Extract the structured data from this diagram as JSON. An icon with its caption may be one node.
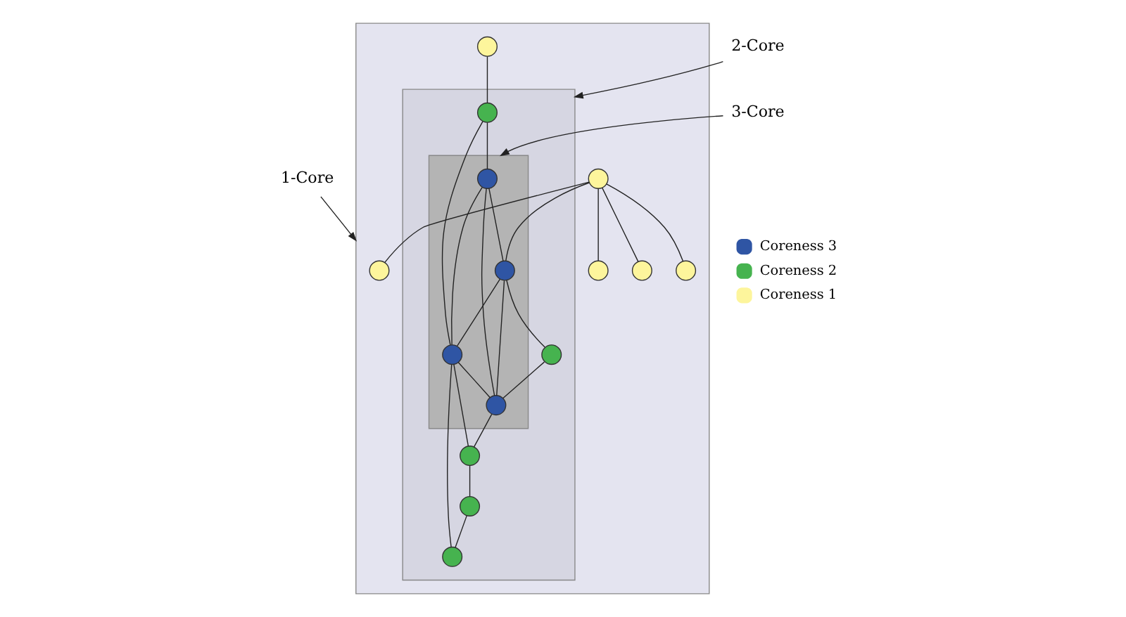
{
  "diagram": {
    "nodes": [
      {
        "text": [
          "1-Core"
        ]
      },
      {
        "text": [
          "2-Core"
        ]
      },
      {
        "text": [
          "3-Core"
        ]
      },
      {
        "text": [],
        "shape": "polygon"
      },
      {
        "text": [],
        "shape": "polygon",
        "in": 3
      },
      {
        "text": [],
        "shape": "polygon",
        "in": 4
      },
      {
        "text": [],
        "shape": "circle",
        "in": 3
      },
      {
        "text": [],
        "shape": "circle",
        "in": 3
      },
      {
        "text": [],
        "shape": "circle",
        "in": 3
      },
      {
        "text": [],
        "shape": "circle",
        "in": 3
      },
      {
        "text": [],
        "shape": "circle",
        "in": 3
      },
      {
        "text": [],
        "shape": "circle",
        "in": 3
      },
      {
        "text": [],
        "shape": "circle",
        "in": 4
      },
      {
        "text": [],
        "shape": "circle",
        "in": 4
      },
      {
        "text": [],
        "shape": "circle",
        "in": 4
      },
      {
        "text": [],
        "shape": "circle",
        "in": 4
      },
      {
        "text": [],
        "shape": "circle",
        "in": 4
      },
      {
        "text": [],
        "shape": "circle",
        "in": 5
      },
      {
        "text": [],
        "shape": "circle",
        "in": 5
      },
      {
        "text": [],
        "shape": "circle",
        "in": 5
      },
      {
        "text": [],
        "shape": "circle",
        "in": 5
      }
    ],
    "edges": [
      {
        "from": 0,
        "to": 3,
        "arrow": "to"
      },
      {
        "from": 1,
        "to": 4,
        "arrow": "to"
      },
      {
        "from": 2,
        "to": 5,
        "arrow": "to"
      },
      {
        "from": 7,
        "to": 6,
        "arrow": "none"
      },
      {
        "from": 7,
        "to": 8,
        "arrow": "none"
      },
      {
        "from": 7,
        "to": 9,
        "arrow": "none"
      },
      {
        "from": 7,
        "to": 10,
        "arrow": "none"
      },
      {
        "from": 7,
        "to": 19,
        "arrow": "none"
      },
      {
        "from": 11,
        "to": 12,
        "arrow": "none"
      },
      {
        "from": 12,
        "to": 17,
        "arrow": "none"
      },
      {
        "from": 12,
        "to": 18,
        "arrow": "none"
      },
      {
        "from": 17,
        "to": 18,
        "arrow": "none"
      },
      {
        "from": 17,
        "to": 19,
        "arrow": "none"
      },
      {
        "from": 17,
        "to": 20,
        "arrow": "none"
      },
      {
        "from": 19,
        "to": 18,
        "arrow": "none"
      },
      {
        "from": 19,
        "to": 20,
        "arrow": "none"
      },
      {
        "from": 19,
        "to": 13,
        "arrow": "none"
      },
      {
        "from": 18,
        "to": 20,
        "arrow": "none"
      },
      {
        "from": 18,
        "to": 14,
        "arrow": "none"
      },
      {
        "from": 18,
        "to": 15,
        "arrow": "none"
      },
      {
        "from": 13,
        "to": 20,
        "arrow": "none"
      },
      {
        "from": 20,
        "to": 14,
        "arrow": "none"
      },
      {
        "from": 14,
        "to": 16,
        "arrow": "none"
      },
      {
        "from": 16,
        "to": 15,
        "arrow": "none"
      }
    ],
    "legend": [
      {
        "text": "Coreness 3",
        "color": "#2f55a4"
      },
      {
        "text": "Coreness 2",
        "color": "#46b34f"
      },
      {
        "text": "Coreness 1",
        "color": "#fdf59c"
      }
    ]
  }
}
